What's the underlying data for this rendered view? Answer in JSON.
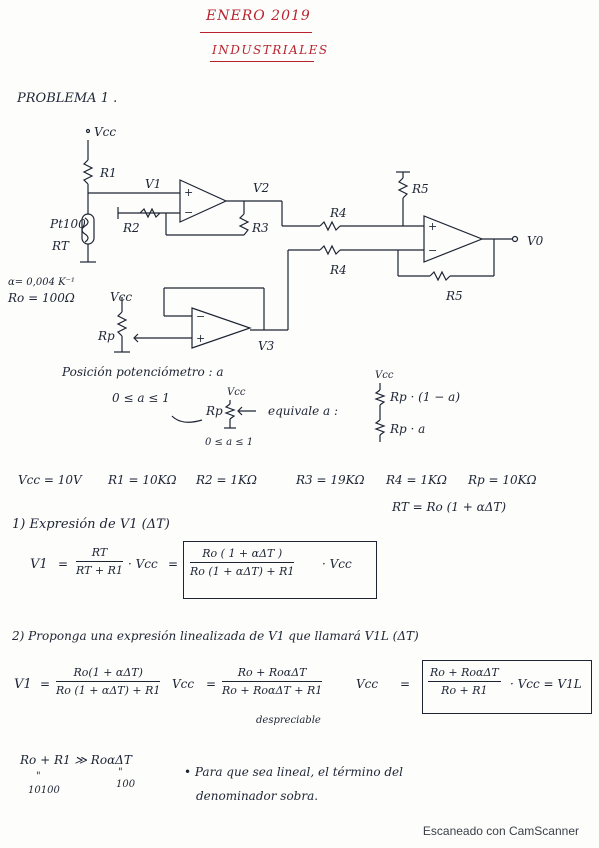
{
  "header": {
    "date": "ENERO 2019",
    "subject": "INDUSTRIALES"
  },
  "problem_title": "PROBLEMA 1 .",
  "circuit": {
    "vcc_top": "Vcc",
    "r1": "R1",
    "v1": "V1",
    "v2": "V2",
    "v3": "V3",
    "v0": "V0",
    "r2": "R2",
    "r3": "R3",
    "r4a": "R4",
    "r4b": "R4",
    "r5a": "R5",
    "r5b": "R5",
    "rt_name": "Pt100",
    "rt": "RT",
    "alpha": "α= 0,004 K⁻¹",
    "r0": "Ro = 100Ω",
    "vcc_pot": "Vcc",
    "rp": "Rp",
    "minus": "−",
    "plus": "+"
  },
  "pot": {
    "title": "Posición potenciómetro : a",
    "range": "0 ≤ a ≤ 1",
    "vcc_left": "Vcc",
    "rp_label": "Rp",
    "range_below": "0 ≤ a ≤ 1",
    "equivale": "equivale a :",
    "vcc_right": "Vcc",
    "rp_upper": "Rp · (1 − a)",
    "rp_lower": "Rp · a"
  },
  "values": {
    "vcc": "Vcc = 10V",
    "r1": "R1 = 10KΩ",
    "r2": "R2 = 1KΩ",
    "r3": "R3 = 19KΩ",
    "r4": "R4 = 1KΩ",
    "rp": "Rp = 10KΩ",
    "rt": "RT = Ro (1 + αΔT)"
  },
  "q1": {
    "title": "1) Expresión de V1 (ΔT)",
    "lhs": "V1",
    "eq": "=",
    "f1_num": "RT",
    "f1_den": "RT + R1",
    "vcc1": "· Vcc",
    "eq2": "=",
    "f2_num": "Ro ( 1 + αΔT )",
    "f2_den": "Ro (1 + αΔT) + R1",
    "vcc2": "· Vcc"
  },
  "q2": {
    "title": "2) Proponga una expresión linealizada de V1 que llamará V1L (ΔT)",
    "lhs": "V1",
    "eq": "=",
    "f1_num": "Ro(1 + αΔT)",
    "f1_den": "Ro (1 + αΔT) + R1",
    "vcc1": "Vcc",
    "eq2": "=",
    "f2_num": "Ro + RoαΔT",
    "f2_den": "Ro + RoαΔT + R1",
    "vcc2": "Vcc",
    "eq3": "=",
    "despreciable": "despreciable",
    "f3_num": "Ro + RoαΔT",
    "f3_den": "Ro + R1",
    "result": "· Vcc = V1L"
  },
  "bottom": {
    "ineq": "Ro + R1  ≫  RoαΔT",
    "q1": "\"",
    "q2": "\"",
    "v1": "10100",
    "v2": "100",
    "note1": "• Para que sea lineal, el término del",
    "note2": "denominador sobra."
  },
  "footer": "Escaneado con CamScanner"
}
